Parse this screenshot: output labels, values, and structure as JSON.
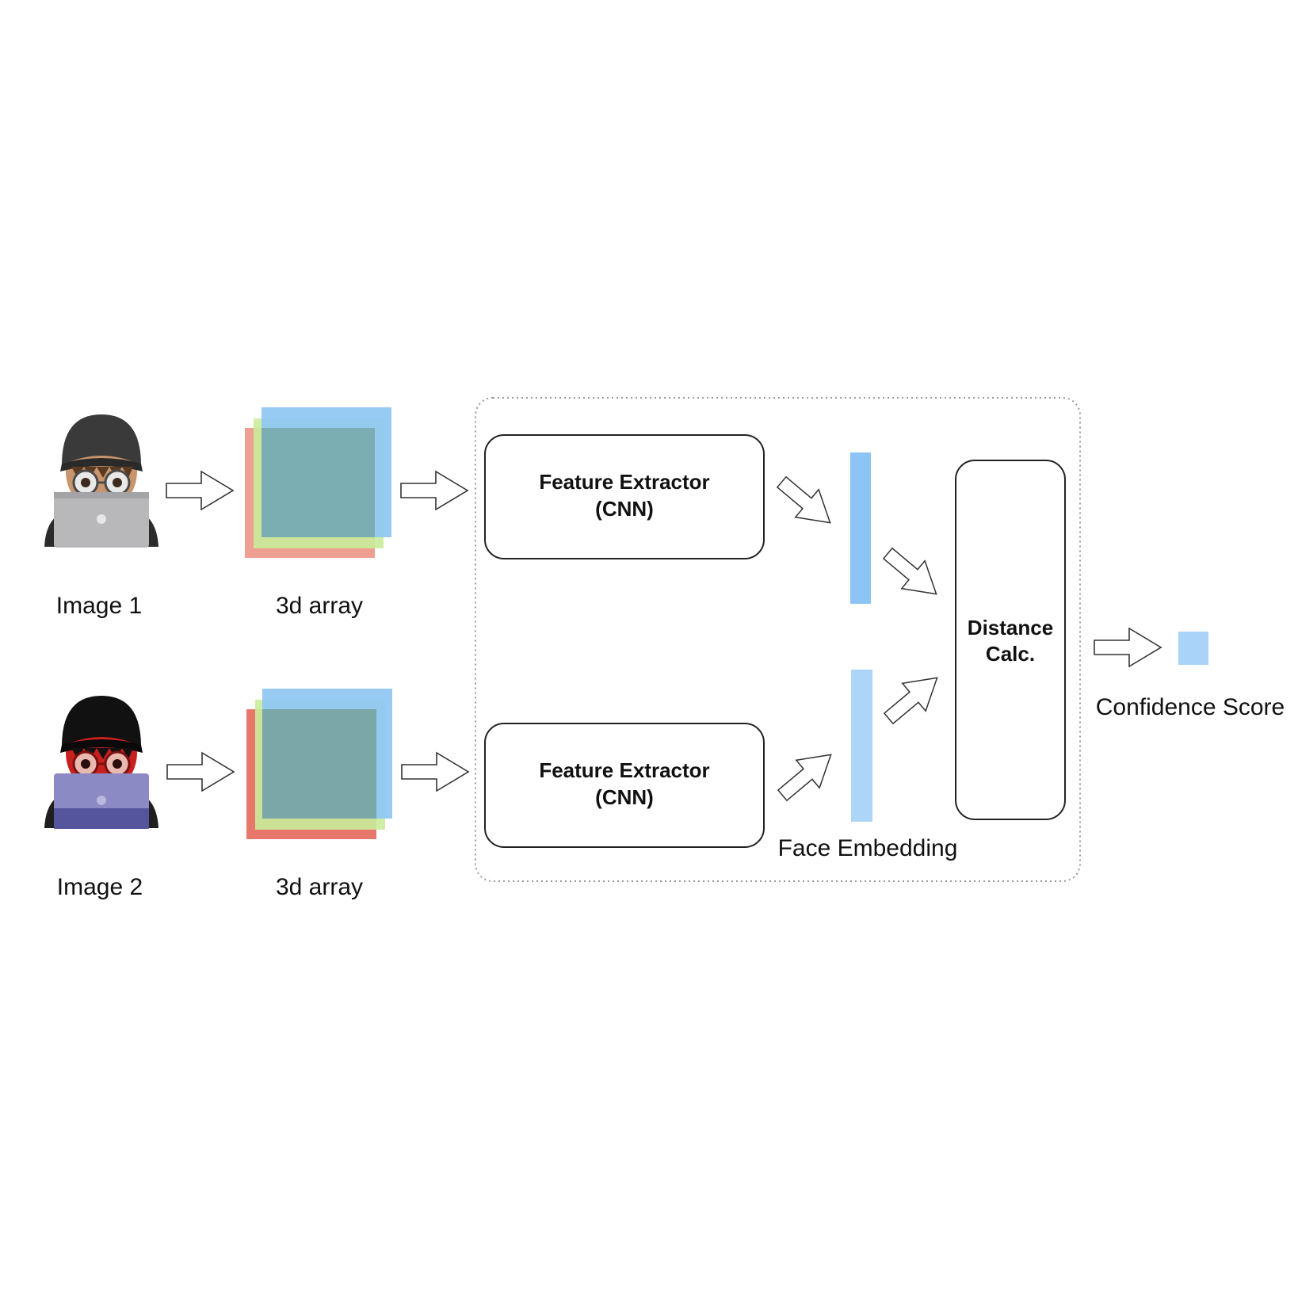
{
  "inputs": [
    {
      "image_label": "Image 1",
      "array_label": "3d array",
      "avatar": "person-with-laptop-icon"
    },
    {
      "image_label": "Image 2",
      "array_label": "3d array",
      "avatar": "person-with-laptop-icon"
    }
  ],
  "feature_extractor": {
    "line1": "Feature Extractor",
    "line2": "(CNN)"
  },
  "embedding_label": "Face Embedding",
  "distance": {
    "line1": "Distance",
    "line2": "Calc."
  },
  "output_label": "Confidence Score",
  "colors": {
    "layer_red_1": "#ef9f92",
    "layer_red_2": "#e8776b",
    "layer_green": "#c8ec9a",
    "layer_blue": "#8fc7f3",
    "layer_mix": "#7aaeb2",
    "embedding_1": "#8cc4f5",
    "embedding_2": "#acd5f8",
    "score": "#a9d3f8",
    "box_stroke": "#222222",
    "dotted_border": "#9a9a9a",
    "arrow_stroke": "#333333"
  }
}
